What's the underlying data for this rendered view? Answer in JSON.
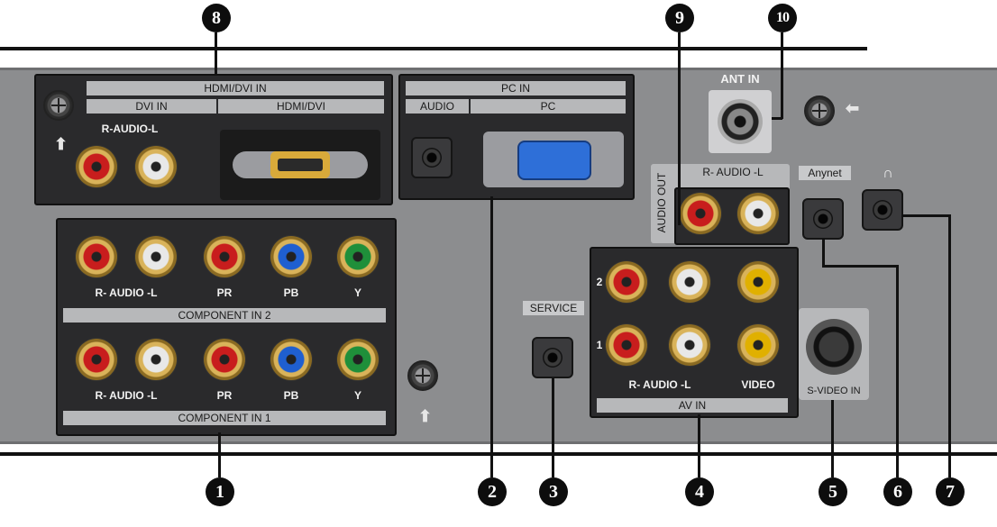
{
  "hdmi": {
    "title": "HDMI/DVI IN",
    "dvi_in": "DVI IN",
    "hdmi_dvi": "HDMI/DVI",
    "audio": "-AUDIO-",
    "r": "R",
    "l": "L"
  },
  "pc": {
    "title": "PC IN",
    "audio": "AUDIO",
    "pc": "PC"
  },
  "component2": {
    "audio": "- AUDIO -",
    "r": "R",
    "l": "L",
    "pr": "PR",
    "pb": "PB",
    "y": "Y",
    "title": "COMPONENT IN  2"
  },
  "component1": {
    "audio": "- AUDIO -",
    "r": "R",
    "l": "L",
    "pr": "PR",
    "pb": "PB",
    "y": "Y",
    "title": "COMPONENT IN  1"
  },
  "service": "SERVICE",
  "av": {
    "row2": "2",
    "row1": "1",
    "audio": "- AUDIO -",
    "r": "R",
    "l": "L",
    "video": "VIDEO",
    "title": "AV IN"
  },
  "svideo": "S-VIDEO IN",
  "ant": "ANT IN",
  "audio_out": {
    "vertical": "AUDIO OUT",
    "audio": "- AUDIO -",
    "r": "R",
    "l": "L"
  },
  "anynet": "Anynet",
  "callouts": [
    "1",
    "2",
    "3",
    "4",
    "5",
    "6",
    "7",
    "8",
    "9",
    "10"
  ],
  "colors": {
    "panel": "#8c8d8f",
    "red": "#c81d1d",
    "white": "#e8e8e8",
    "blue": "#1f5fd0",
    "green": "#1f8f3a",
    "yellow": "#e0b000"
  }
}
